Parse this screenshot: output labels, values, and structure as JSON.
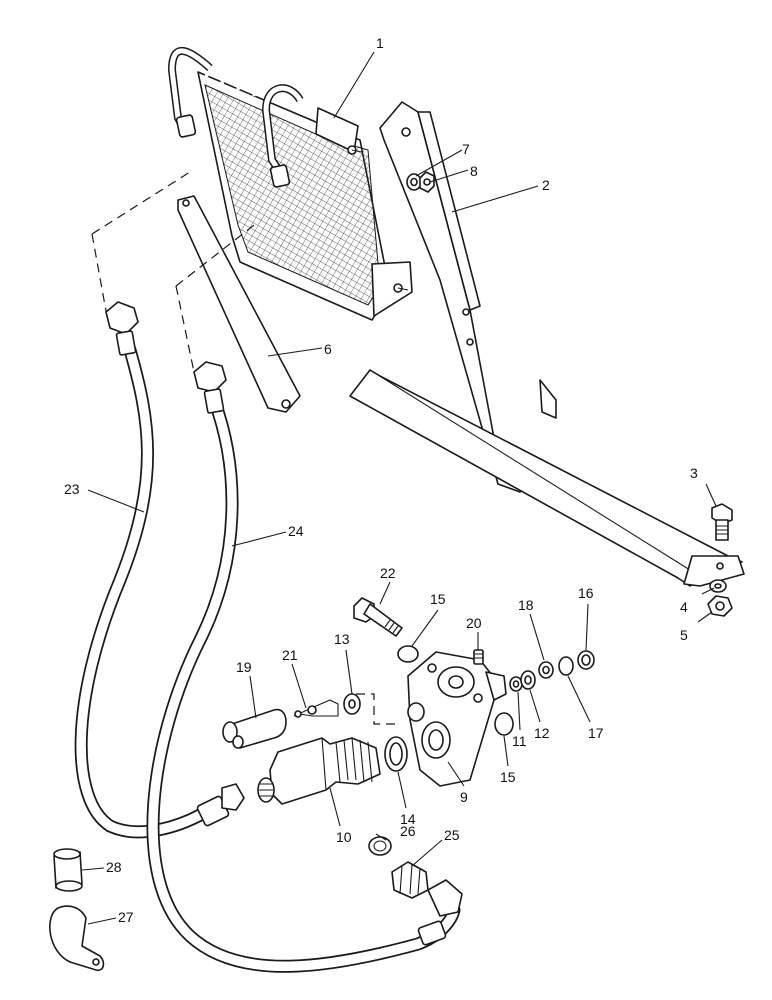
{
  "callouts": [
    {
      "id": "1",
      "text": "1"
    },
    {
      "id": "2",
      "text": "2"
    },
    {
      "id": "3",
      "text": "3"
    },
    {
      "id": "4",
      "text": "4"
    },
    {
      "id": "5",
      "text": "5"
    },
    {
      "id": "6",
      "text": "6"
    },
    {
      "id": "7",
      "text": "7"
    },
    {
      "id": "8",
      "text": "8"
    },
    {
      "id": "9",
      "text": "9"
    },
    {
      "id": "10",
      "text": "10"
    },
    {
      "id": "11",
      "text": "11"
    },
    {
      "id": "12",
      "text": "12"
    },
    {
      "id": "13",
      "text": "13"
    },
    {
      "id": "14",
      "text": "14"
    },
    {
      "id": "15a",
      "text": "15"
    },
    {
      "id": "15b",
      "text": "15"
    },
    {
      "id": "16",
      "text": "16"
    },
    {
      "id": "17",
      "text": "17"
    },
    {
      "id": "18",
      "text": "18"
    },
    {
      "id": "19",
      "text": "19"
    },
    {
      "id": "20",
      "text": "20"
    },
    {
      "id": "21",
      "text": "21"
    },
    {
      "id": "22",
      "text": "22"
    },
    {
      "id": "23",
      "text": "23"
    },
    {
      "id": "24",
      "text": "24"
    },
    {
      "id": "25",
      "text": "25"
    },
    {
      "id": "26",
      "text": "26"
    },
    {
      "id": "27",
      "text": "27"
    },
    {
      "id": "28",
      "text": "28"
    }
  ]
}
